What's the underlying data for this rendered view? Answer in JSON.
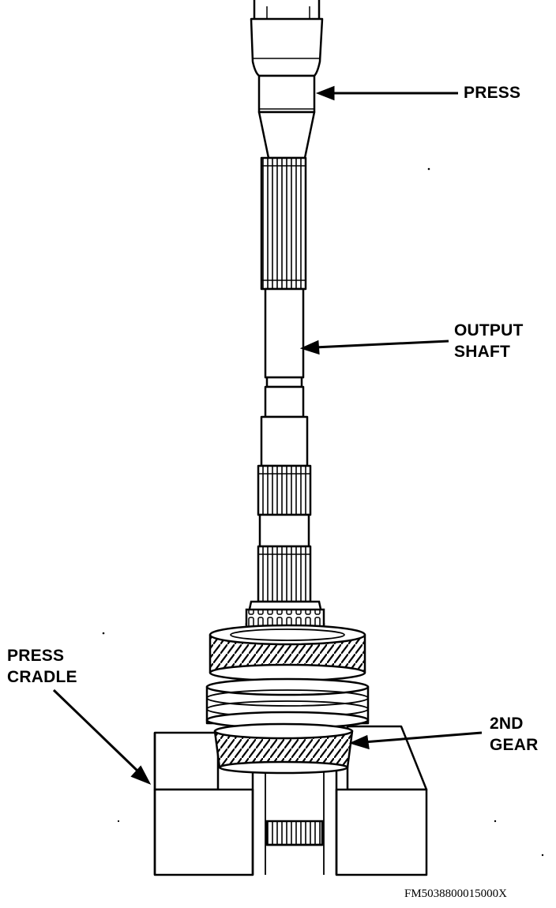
{
  "labels": {
    "press": "PRESS",
    "output_shaft": [
      "OUTPUT",
      "SHAFT"
    ],
    "press_cradle": [
      "PRESS",
      "CRADLE"
    ],
    "second_gear": [
      "2ND",
      "GEAR"
    ]
  },
  "figure_id": "FM5038800015000X",
  "colors": {
    "ink": "#000000",
    "paper": "#ffffff"
  }
}
